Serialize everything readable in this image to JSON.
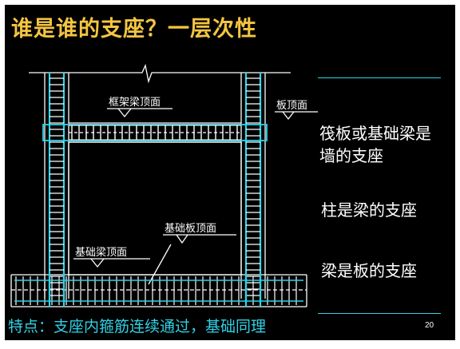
{
  "title": "谁是谁的支座？一层次性",
  "labels": {
    "frame_beam_top": "框架梁顶面",
    "slab_top": "板顶面",
    "foundation_slab_top": "基础板顶面",
    "foundation_beam_top": "基础梁顶面"
  },
  "notes": {
    "raft_line1": "筏板或基础梁是",
    "raft_line2": "墙的支座",
    "column": "柱是梁的支座",
    "beam": "梁是板的支座"
  },
  "footer": "特点：支座内箍筋连续通过，基础同理",
  "page_number": "20",
  "colors": {
    "background": "#000000",
    "title": "#f4c542",
    "rebar": "#2fd2e6",
    "lines": "#ffffff"
  }
}
